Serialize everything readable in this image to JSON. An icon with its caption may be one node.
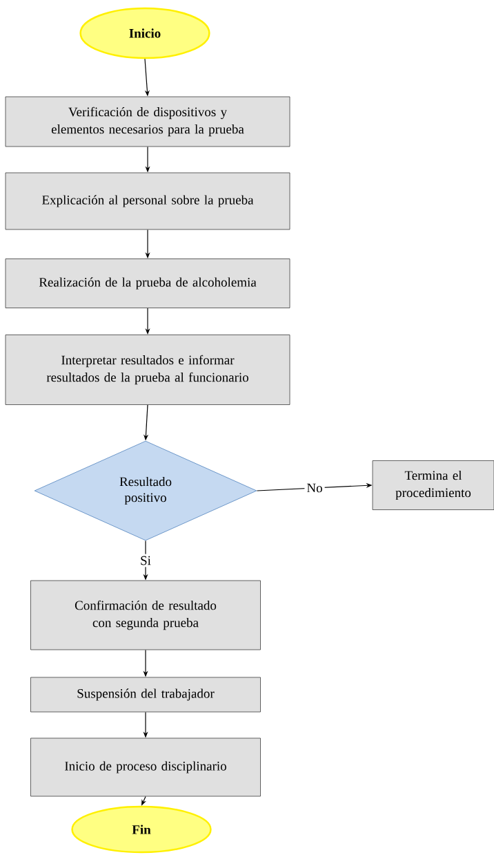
{
  "diagram": {
    "nodes": [
      {
        "text": [
          "Inicio"
        ]
      },
      {
        "text": [
          "Verificación de dispositivos y elementos necesarios para la prueba"
        ]
      },
      {
        "text": [
          "Explicación al personal sobre la prueba"
        ]
      },
      {
        "text": [
          "Realización de la prueba de alcoholemia"
        ]
      },
      {
        "text": [
          "Interpretar resultados e informar resultados de la prueba al funcionario"
        ]
      },
      {
        "text": [
          "Resultado positivo"
        ]
      },
      {
        "text": [
          "Termina el procedimiento"
        ]
      },
      {
        "text": [
          "Confirmación de resultado con segunda prueba"
        ]
      },
      {
        "text": [
          "Suspensión del trabajador"
        ]
      },
      {
        "text": [
          "Inicio de proceso disciplinario"
        ]
      },
      {
        "text": [
          "Fin"
        ]
      }
    ],
    "edges": [
      {
        "from": 0,
        "to": 1,
        "arrow": "to"
      },
      {
        "from": 1,
        "to": 2,
        "arrow": "to"
      },
      {
        "from": 2,
        "to": 3,
        "arrow": "to"
      },
      {
        "from": 3,
        "to": 4,
        "arrow": "to"
      },
      {
        "from": 4,
        "to": 5,
        "arrow": "to"
      },
      {
        "from": 5,
        "to": 6,
        "arrow": "to",
        "label": "No"
      },
      {
        "from": 5,
        "to": 7,
        "arrow": "to",
        "label": "Si"
      },
      {
        "from": 7,
        "to": 8,
        "arrow": "to"
      },
      {
        "from": 8,
        "to": 9,
        "arrow": "to"
      },
      {
        "from": 9,
        "to": 10,
        "arrow": "to"
      }
    ]
  }
}
